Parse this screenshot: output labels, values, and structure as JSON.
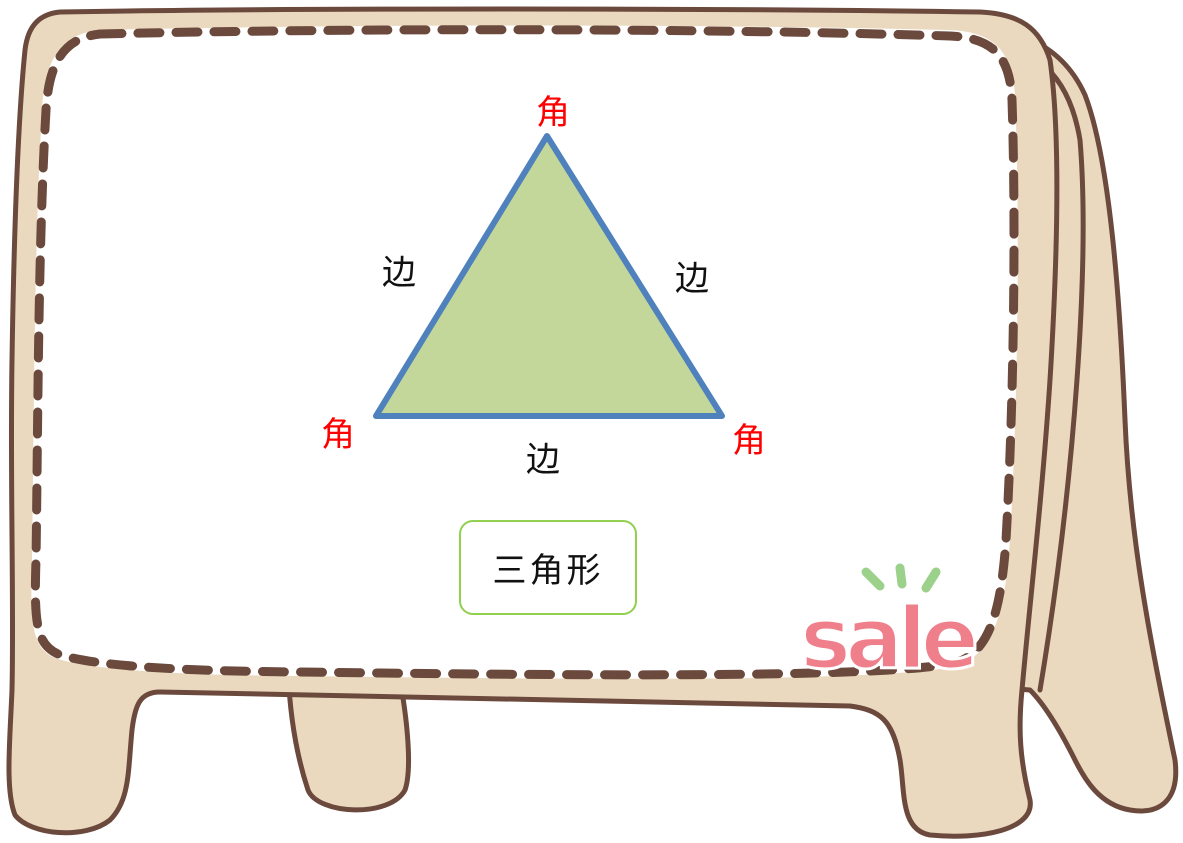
{
  "diagram": {
    "corner_label": "角",
    "side_label": "边",
    "shape_name": "三角形",
    "sticker_text": "sale"
  },
  "colors": {
    "board_fill": "#ead9bf",
    "board_outline": "#6b4a3d",
    "triangle_fill": "#c4d79b",
    "triangle_stroke": "#4f81bd",
    "corner_label_color": "#ff0000",
    "box_border": "#92d050",
    "sticker_pink": "#f07f8c",
    "sticker_green": "#9bd18a"
  }
}
